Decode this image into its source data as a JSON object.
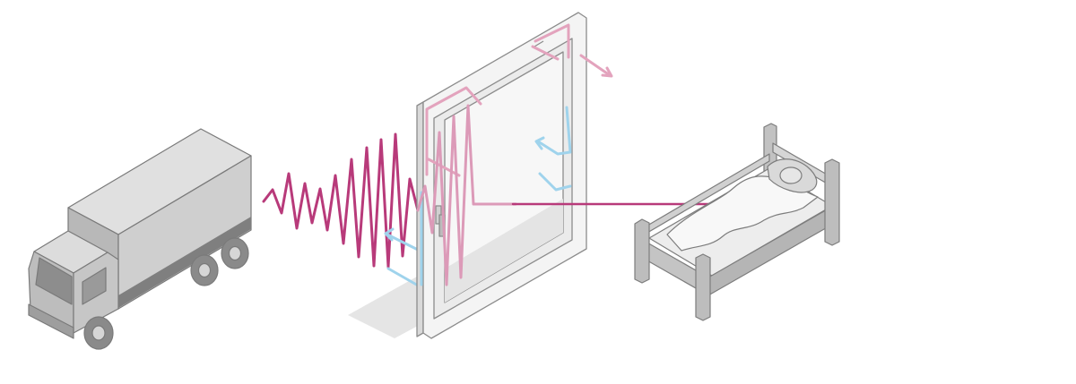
{
  "colors": {
    "background": "#ffffff",
    "truck_body": "#c9c9c9",
    "truck_dark": "#8f8f8f",
    "truck_outline": "#7a7a7a",
    "noise_wave": "#b83a7a",
    "noise_wave_attenuated": "#dc9ab8",
    "warm_air_arrow": "#e3a3bd",
    "cold_air_arrow": "#9fd3ec",
    "window_frame": "#f2f2f2",
    "window_outline": "#8c8c8c",
    "window_glass_shadow": "#e6e6e6",
    "floor_shadow": "#e2e2e2",
    "bed_frame": "#c4c4c4",
    "bed_outline": "#7d7d7d",
    "bed_linen": "#f4f4f4"
  },
  "icons": {
    "truck": "delivery-truck-icon",
    "wave": "sound-wave",
    "window": "tilt-turn-window",
    "bed": "bed-with-sleeper"
  }
}
